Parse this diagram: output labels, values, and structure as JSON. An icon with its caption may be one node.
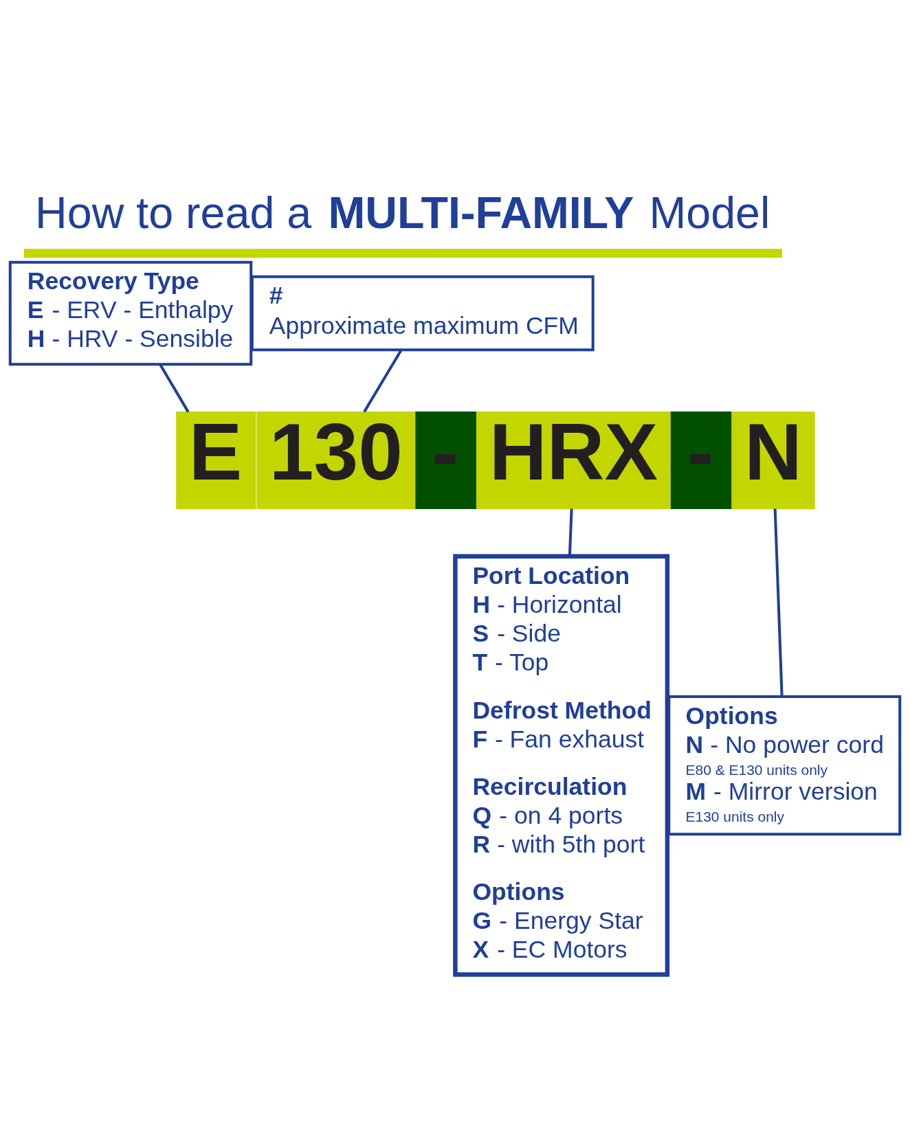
{
  "diagram": {
    "title": "How to read a **MULTI-FAMILY** Model",
    "nodes": [
      {
        "text": [
          "Recovery Type",
          "**E** - ERV - Enthalpy",
          "**H** - HRV - Sensible"
        ]
      },
      {
        "text": [
          "#",
          "Approximate maximum CFM"
        ]
      },
      {
        "text": [
          "E"
        ]
      },
      {
        "text": [
          "130"
        ]
      },
      {
        "text": [
          "-"
        ]
      },
      {
        "text": [
          "HRX"
        ]
      },
      {
        "text": [
          "-"
        ]
      },
      {
        "text": [
          "N"
        ]
      },
      {
        "text": [
          "Port Location",
          "**H** - Horizontal",
          "**S** - Side",
          "**T** - Top",
          "Defrost Method",
          "**F** - Fan exhaust",
          "Recirculation",
          "**Q** - on 4 ports",
          "**R** - with 5th port",
          "Options",
          "**G** - Energy Star",
          "**X** - EC Motors"
        ]
      },
      {
        "text": [
          "Options",
          "**N** - No power cord",
          "E80 & E130 units only",
          "**M** - Mirror version",
          "E130 units only"
        ]
      }
    ],
    "edges": [
      {
        "from": 0,
        "to": 2,
        "arrow": "none"
      },
      {
        "from": 1,
        "to": 3,
        "arrow": "none"
      },
      {
        "from": 5,
        "to": 8,
        "arrow": "none"
      },
      {
        "from": 7,
        "to": 9,
        "arrow": "none"
      }
    ]
  }
}
